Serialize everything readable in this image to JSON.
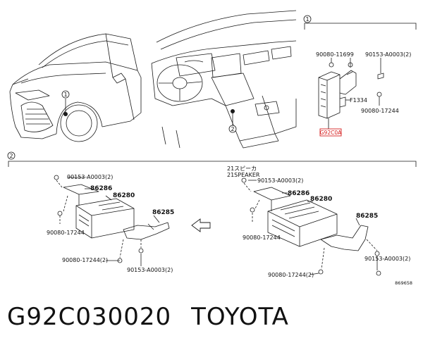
{
  "top": {
    "callout_1": "1",
    "callout_2": "2",
    "callout_section": "1",
    "parts": {
      "p1": "90080-11699",
      "p2": "90153-A0003(2)",
      "p3": "F1334",
      "p4": "90080-17244",
      "highlight": "G92C0A"
    }
  },
  "section2": {
    "callout": "2",
    "left": {
      "p1": "90153-A0003(2)",
      "p2": "86286",
      "p3": "86280",
      "p4": "86285",
      "p5": "90080-17244",
      "p6": "90080-17244(2)",
      "p7": "90153-A0003(2)"
    },
    "right": {
      "header_jp": "21スピーカ",
      "header_en": "21SPEAKER",
      "p1": "90153-A0003(2)",
      "p2": "86286",
      "p3": "86280",
      "p4": "86285",
      "p5": "90080-17244",
      "p6": "90153-A0003(2)",
      "p7": "90080-17244(2)",
      "ref": "869658"
    }
  },
  "caption": {
    "part_number": "G92C030020",
    "brand": "TOYOTA"
  },
  "colors": {
    "line": "#1a1a1a",
    "highlight": "#d61f1f"
  }
}
